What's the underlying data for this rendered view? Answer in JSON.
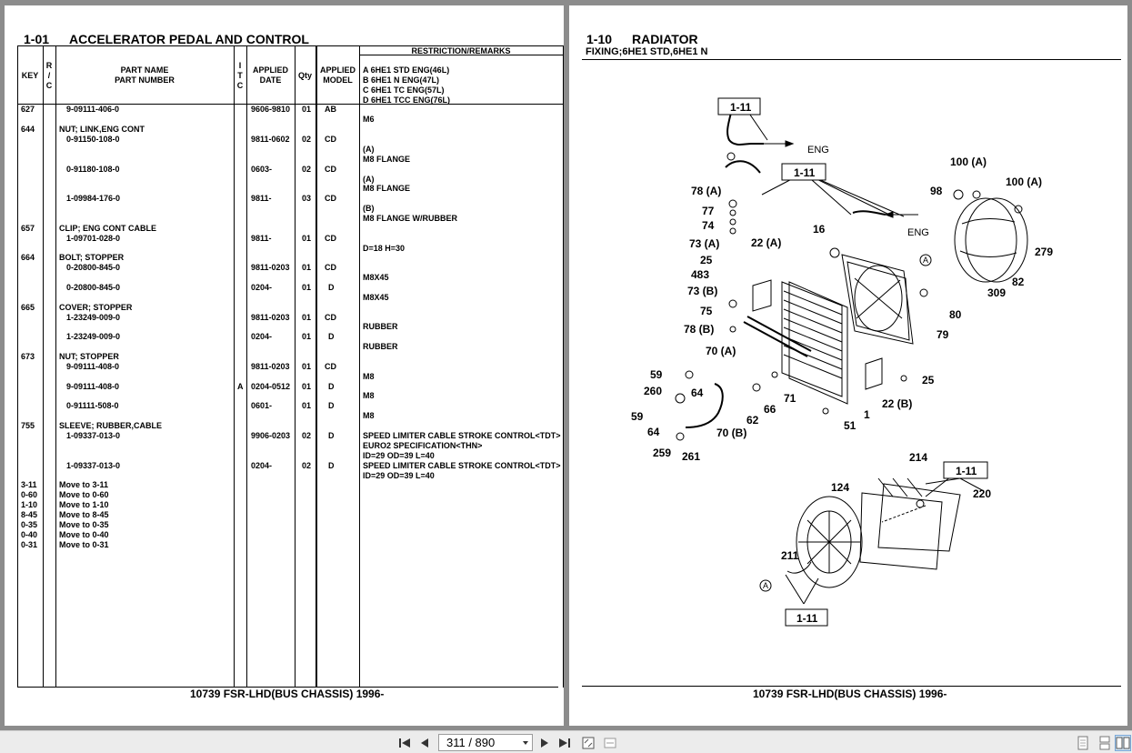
{
  "left_page": {
    "section_number": "1-01",
    "section_title": "ACCELERATOR PEDAL AND CONTROL",
    "headers": {
      "key": "KEY",
      "rc": [
        "R",
        "/",
        "C"
      ],
      "part_name": "PART NAME",
      "part_number": "PART NUMBER",
      "itc": [
        "I",
        "T",
        "C"
      ],
      "applied_date": [
        "APPLIED",
        "DATE"
      ],
      "qty": "Qty",
      "applied_model": [
        "APPLIED",
        "MODEL"
      ],
      "remarks": "RESTRICTION/REMARKS",
      "remarks_legend": [
        "A 6HE1 STD ENG(46L)",
        "B 6HE1 N ENG(47L)",
        "C 6HE1 TC ENG(57L)",
        "D 6HE1 TCC ENG(76L)"
      ]
    },
    "rows": [
      {
        "key": "627",
        "name": "",
        "pn": "9-09111-406-0",
        "itc": "",
        "date": "9606-9810",
        "qty": "01",
        "model": "AB",
        "remarks": [
          "M6"
        ]
      },
      {
        "key": "644",
        "name": "NUT; LINK,ENG CONT",
        "pn": "0-91150-108-0",
        "itc": "",
        "date": "9811-0602",
        "qty": "02",
        "model": "CD",
        "remarks": [
          "(A)",
          "M8 FLANGE"
        ]
      },
      {
        "key": "",
        "name": "",
        "pn": "0-91180-108-0",
        "itc": "",
        "date": "0603-",
        "qty": "02",
        "model": "CD",
        "remarks": [
          "(A)",
          "M8 FLANGE"
        ]
      },
      {
        "key": "",
        "name": "",
        "pn": "1-09984-176-0",
        "itc": "",
        "date": "9811-",
        "qty": "03",
        "model": "CD",
        "remarks": [
          "(B)",
          "M8 FLANGE W/RUBBER"
        ]
      },
      {
        "key": "657",
        "name": "CLIP; ENG CONT CABLE",
        "pn": "1-09701-028-0",
        "itc": "",
        "date": "9811-",
        "qty": "01",
        "model": "CD",
        "remarks": [
          "D=18 H=30"
        ]
      },
      {
        "key": "664",
        "name": "BOLT; STOPPER",
        "pn": "0-20800-845-0",
        "itc": "",
        "date": "9811-0203",
        "qty": "01",
        "model": "CD",
        "remarks": [
          "M8X45"
        ]
      },
      {
        "key": "",
        "name": "",
        "pn": "0-20800-845-0",
        "itc": "",
        "date": "0204-",
        "qty": "01",
        "model": "D",
        "remarks": [
          "M8X45"
        ]
      },
      {
        "key": "665",
        "name": "COVER; STOPPER",
        "pn": "1-23249-009-0",
        "itc": "",
        "date": "9811-0203",
        "qty": "01",
        "model": "CD",
        "remarks": [
          "RUBBER"
        ]
      },
      {
        "key": "",
        "name": "",
        "pn": "1-23249-009-0",
        "itc": "",
        "date": "0204-",
        "qty": "01",
        "model": "D",
        "remarks": [
          "RUBBER"
        ]
      },
      {
        "key": "673",
        "name": "NUT; STOPPER",
        "pn": "9-09111-408-0",
        "itc": "",
        "date": "9811-0203",
        "qty": "01",
        "model": "CD",
        "remarks": [
          "M8"
        ]
      },
      {
        "key": "",
        "name": "",
        "pn": "9-09111-408-0",
        "itc": "A",
        "date": "0204-0512",
        "qty": "01",
        "model": "D",
        "remarks": [
          "M8"
        ]
      },
      {
        "key": "",
        "name": "",
        "pn": "0-91111-508-0",
        "itc": "",
        "date": "0601-",
        "qty": "01",
        "model": "D",
        "remarks": [
          "M8"
        ]
      },
      {
        "key": "755",
        "name": "SLEEVE; RUBBER,CABLE",
        "pn": "1-09337-013-0",
        "itc": "",
        "date": "9906-0203",
        "qty": "02",
        "model": "D",
        "remarks": [
          "SPEED LIMITER CABLE STROKE CONTROL<TDT>",
          "EURO2 SPECIFICATION<THN>",
          "ID=29 OD=39 L=40"
        ]
      },
      {
        "key": "",
        "name": "",
        "pn": "1-09337-013-0",
        "itc": "",
        "date": "0204-",
        "qty": "02",
        "model": "D",
        "remarks": [
          "SPEED LIMITER CABLE STROKE CONTROL<TDT>",
          "ID=29 OD=39 L=40"
        ]
      }
    ],
    "moves": [
      {
        "key": "3-11",
        "text": "Move to 3-11"
      },
      {
        "key": "0-60",
        "text": "Move to 0-60"
      },
      {
        "key": "1-10",
        "text": "Move to 1-10"
      },
      {
        "key": "8-45",
        "text": "Move to 8-45"
      },
      {
        "key": "0-35",
        "text": "Move to 0-35"
      },
      {
        "key": "0-40",
        "text": "Move to 0-40"
      },
      {
        "key": "0-31",
        "text": "Move to 0-31"
      }
    ],
    "footer": "10739 FSR-LHD(BUS CHASSIS) 1996-"
  },
  "right_page": {
    "section_number": "1-10",
    "section_title": "RADIATOR",
    "subtitle": "FIXING;6HE1 STD,6HE1 N",
    "footer": "10739 FSR-LHD(BUS CHASSIS) 1996-",
    "diagram_labels": {
      "ref_boxes": [
        "1-11",
        "1-11",
        "1-11",
        "1-11"
      ],
      "eng": [
        "ENG",
        "ENG"
      ],
      "parts": [
        "100 (A)",
        "98",
        "100 (A)",
        "78 (A)",
        "77",
        "74",
        "16",
        "73 (A)",
        "22 (A)",
        "25",
        "483",
        "279",
        "82",
        "309",
        "73 (B)",
        "75",
        "80",
        "78 (B)",
        "79",
        "70 (A)",
        "59",
        "260",
        "64",
        "71",
        "66",
        "25",
        "22 (B)",
        "59",
        "62",
        "1",
        "64",
        "70 (B)",
        "51",
        "259",
        "261",
        "214",
        "124",
        "220",
        "211"
      ],
      "circle_a": [
        "A",
        "A",
        "A"
      ]
    }
  },
  "toolbar": {
    "page_indicator": "311 / 890",
    "icons": [
      "first-page-icon",
      "prev-page-icon",
      "next-page-icon",
      "last-page-icon",
      "fit-page-icon",
      "fit-width-icon",
      "single-page-icon",
      "continuous-icon",
      "facing-icon"
    ]
  }
}
